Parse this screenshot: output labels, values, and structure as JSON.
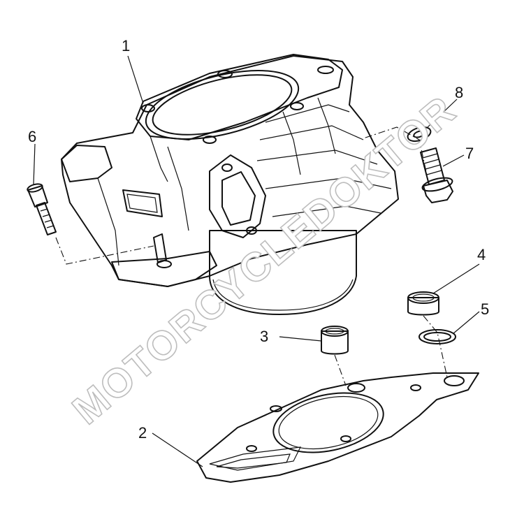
{
  "callouts": [
    {
      "id": "1",
      "part": "cylinder"
    },
    {
      "id": "2",
      "part": "cylinder-base-gasket"
    },
    {
      "id": "3",
      "part": "dowel-pin"
    },
    {
      "id": "4",
      "part": "dowel-pin"
    },
    {
      "id": "5",
      "part": "o-ring"
    },
    {
      "id": "6",
      "part": "socket-head-bolt"
    },
    {
      "id": "7",
      "part": "flange-bolt"
    },
    {
      "id": "8",
      "part": "washer"
    }
  ],
  "watermark": "MOTORCYCLEDOKTOR"
}
